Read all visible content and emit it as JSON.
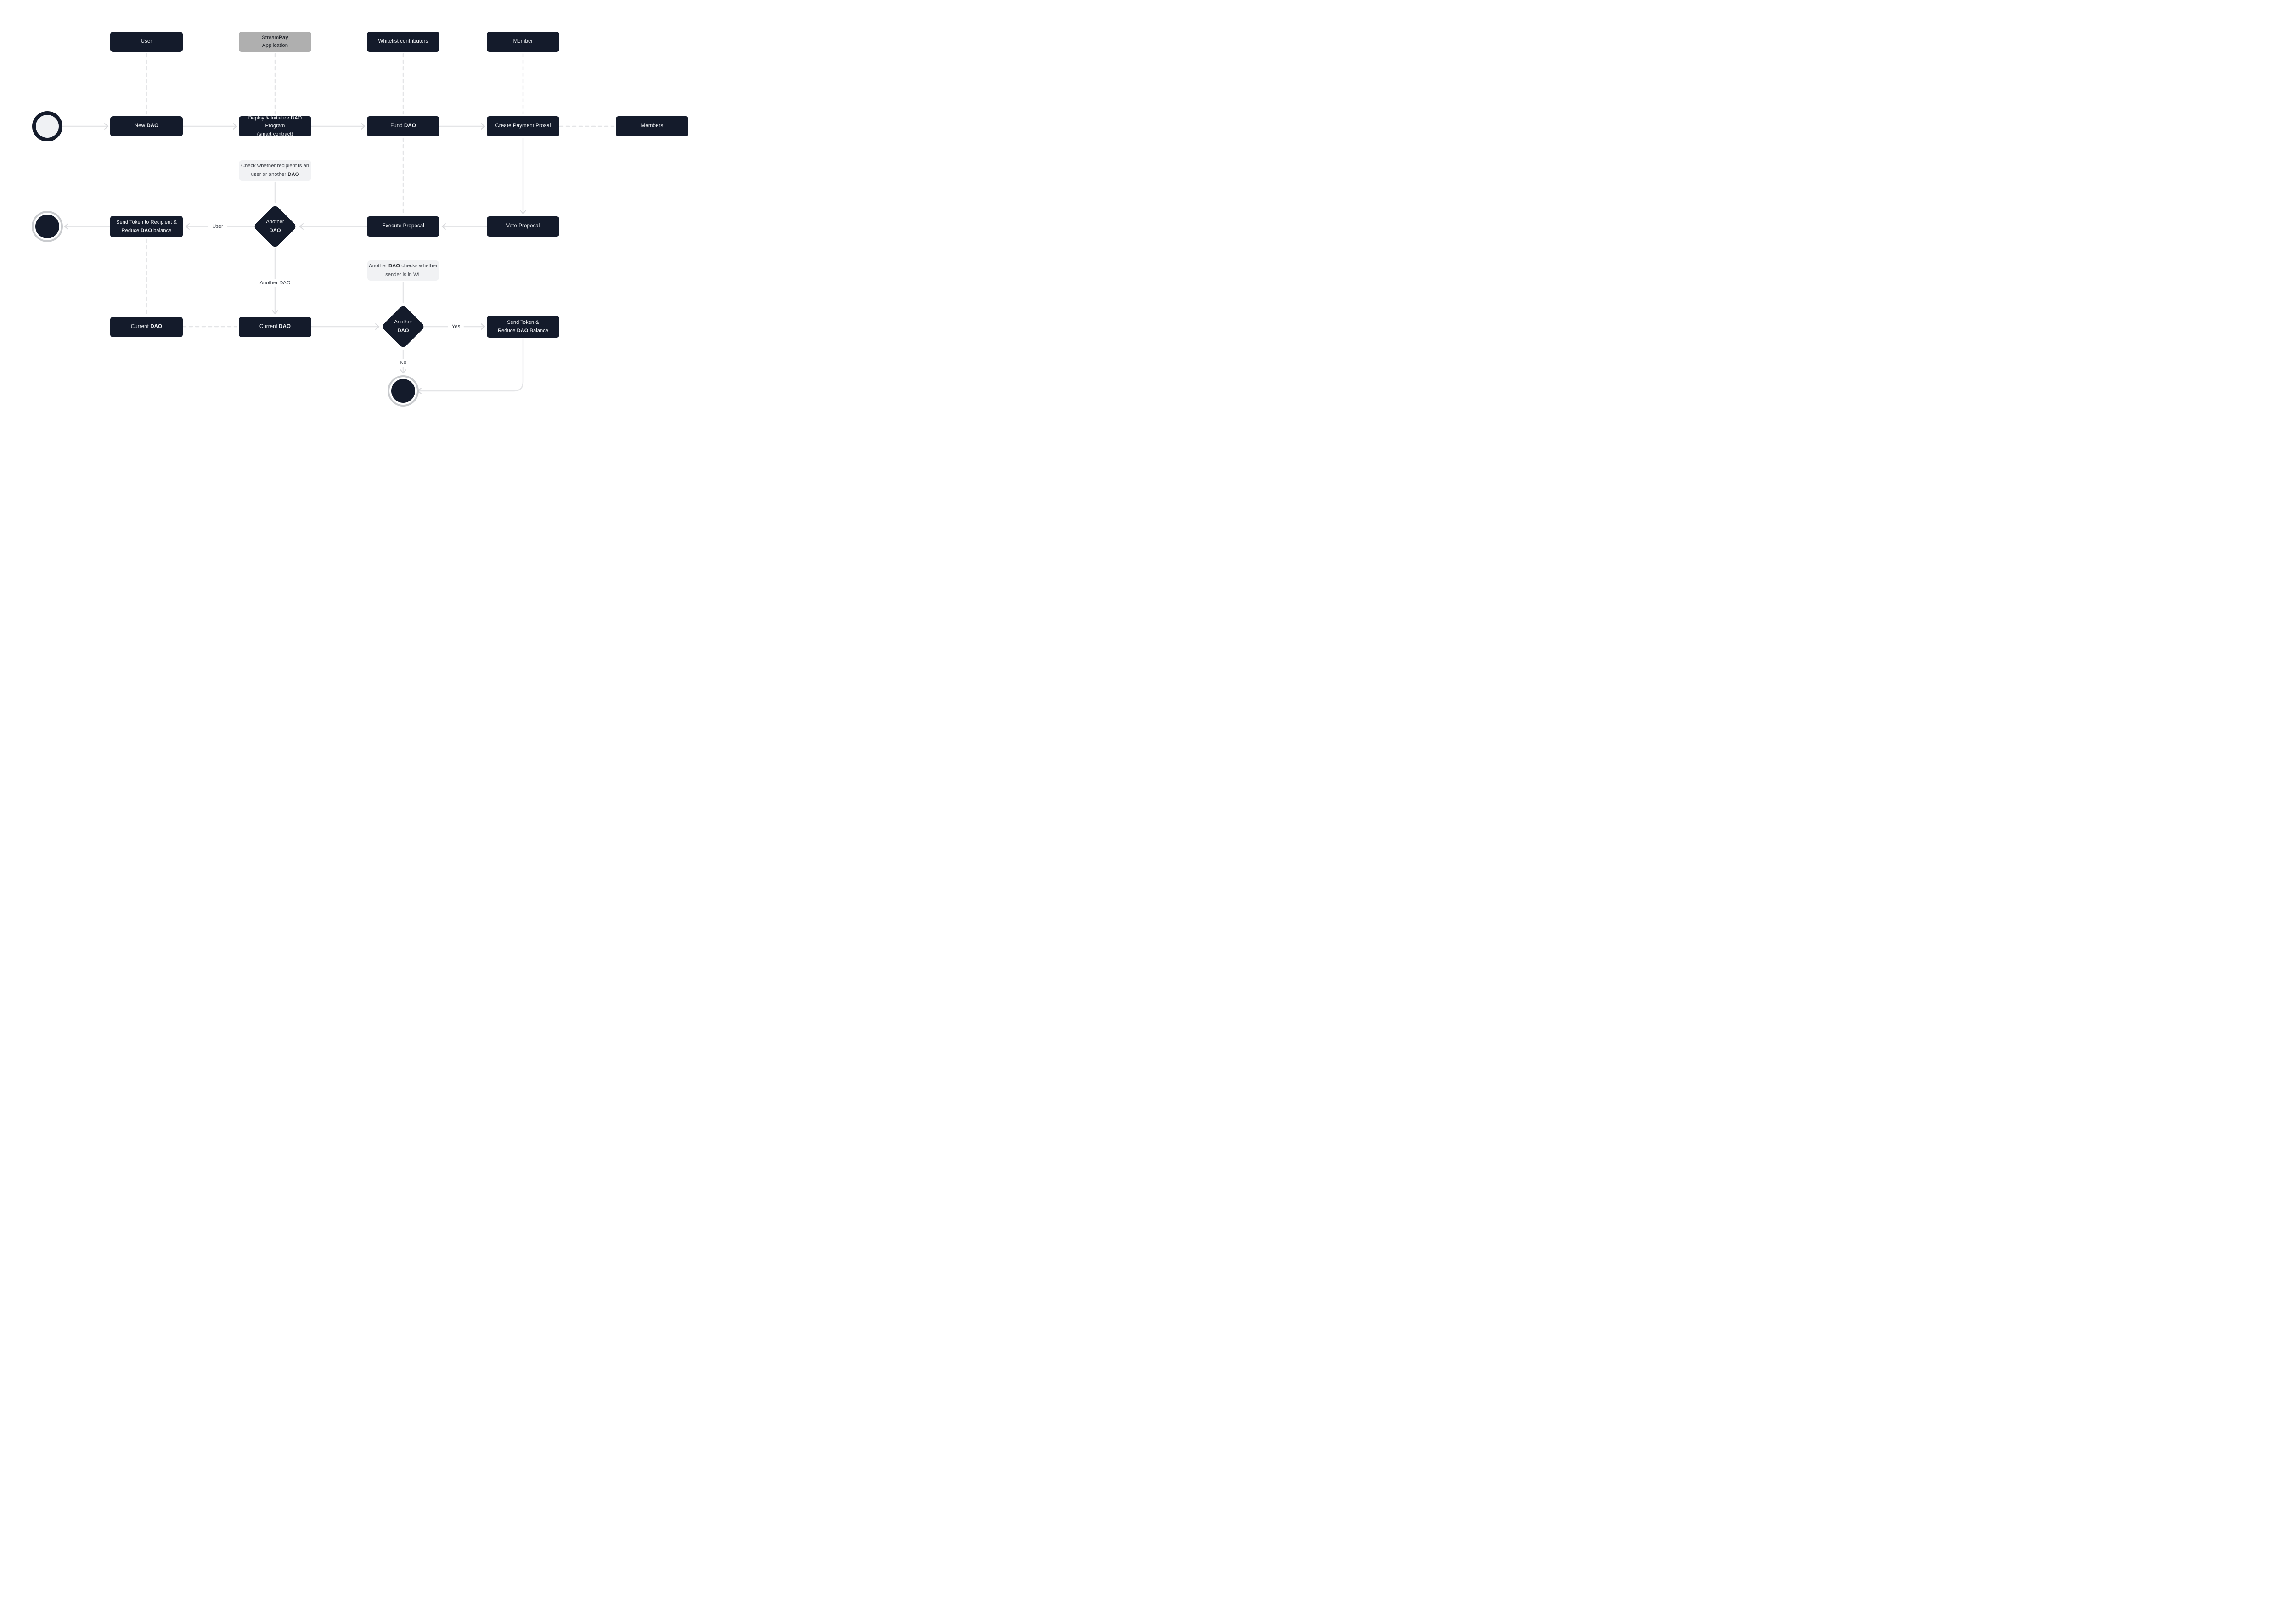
{
  "lanes": {
    "user": {
      "label": "User"
    },
    "streampay": {
      "line1_pre": "Stream",
      "line1_bold": "Pay",
      "line2": "Application"
    },
    "whitelist": {
      "label": "Whitelist contributors"
    },
    "member": {
      "label": "Member"
    }
  },
  "nodes": {
    "new_dao": {
      "pre": "New ",
      "bold": "DAO"
    },
    "deploy": {
      "line1": "Deploy & Initialize DAO Program",
      "line2": "(smart contract)"
    },
    "fund": {
      "pre": "Fund ",
      "bold": "DAO"
    },
    "create_payment": {
      "label": "Create Payment Prosal"
    },
    "members": {
      "label": "Members"
    },
    "send_token_recipient": {
      "line1": "Send Token to Recipient &",
      "line2_pre": "Reduce ",
      "line2_bold": "DAO",
      "line2_post": " balance"
    },
    "execute": {
      "label": "Execute Proposal"
    },
    "vote": {
      "label": "Vote Proposal"
    },
    "decision1": {
      "line1": "Another",
      "line2": "DAO"
    },
    "decision2": {
      "line1": "Another",
      "line2": "DAO"
    },
    "current_dao_left": {
      "pre": "Current ",
      "bold": "DAO"
    },
    "current_dao_right": {
      "pre": "Current ",
      "bold": "DAO"
    },
    "send_token_balance": {
      "line1": "Send Token &",
      "line2_pre": "Reduce ",
      "line2_bold": "DAO",
      "line2_post": " Balance"
    }
  },
  "notes": {
    "note1": {
      "line1": "Check whether recipient is an",
      "line2_pre": "user or another ",
      "line2_bold": "DAO"
    },
    "note2": {
      "line1_pre": "Another ",
      "line1_bold": "DAO",
      "line1_post": " checks whether",
      "line2": "sender is in WL"
    }
  },
  "edge_labels": {
    "user": "User",
    "another_dao": "Another DAO",
    "yes": "Yes",
    "no": "No"
  },
  "colors": {
    "node_dark": "#141B2B",
    "node_gray": "#AFAFAF",
    "note_bg": "#F1F2F4",
    "connector": "#E4E5E7",
    "arrowhead": "#D8D9DC",
    "start_circle_fill": "#EFF1F4",
    "end_circle_ring": "#C9CBCE",
    "canvas": "#FFFFFF"
  }
}
